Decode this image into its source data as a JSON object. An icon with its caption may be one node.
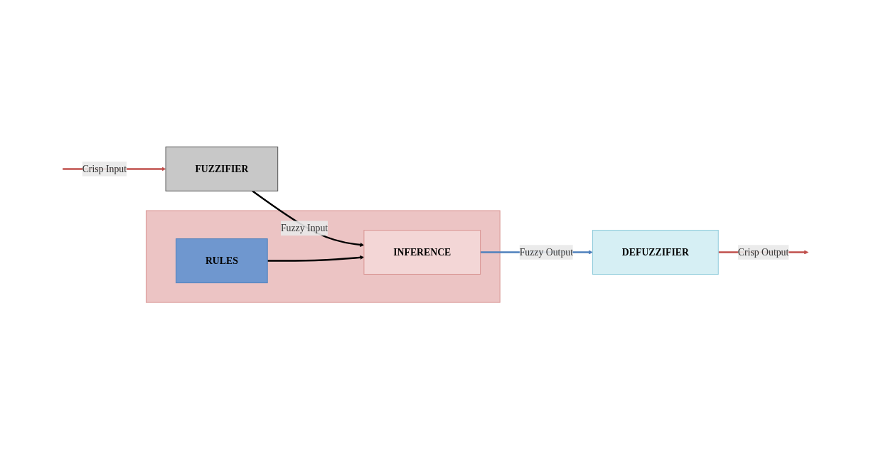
{
  "diagram": {
    "nodes": [
      {
        "text": [
          "FUZZIFIER"
        ]
      },
      {
        "text": [],
        "shape": "box"
      },
      {
        "text": [
          "RULES"
        ],
        "in": 1
      },
      {
        "text": [
          "INFERENCE"
        ],
        "in": 1
      },
      {
        "text": [
          "DEFUZZIFIER"
        ]
      }
    ],
    "edges": [
      {
        "from": null,
        "to": 0,
        "arrow": "to",
        "label": "Crisp Input",
        "color": "#c0504d"
      },
      {
        "from": 0,
        "to": 3,
        "arrow": "to",
        "label": "Fuzzy Input",
        "color": "#000000"
      },
      {
        "from": 2,
        "to": 3,
        "arrow": "to",
        "color": "#000000"
      },
      {
        "from": 3,
        "to": 4,
        "arrow": "to",
        "label": "Fuzzy Output",
        "color": "#4f81bd"
      },
      {
        "from": 4,
        "to": null,
        "arrow": "to",
        "label": "Crisp Output",
        "color": "#c0504d"
      }
    ]
  }
}
